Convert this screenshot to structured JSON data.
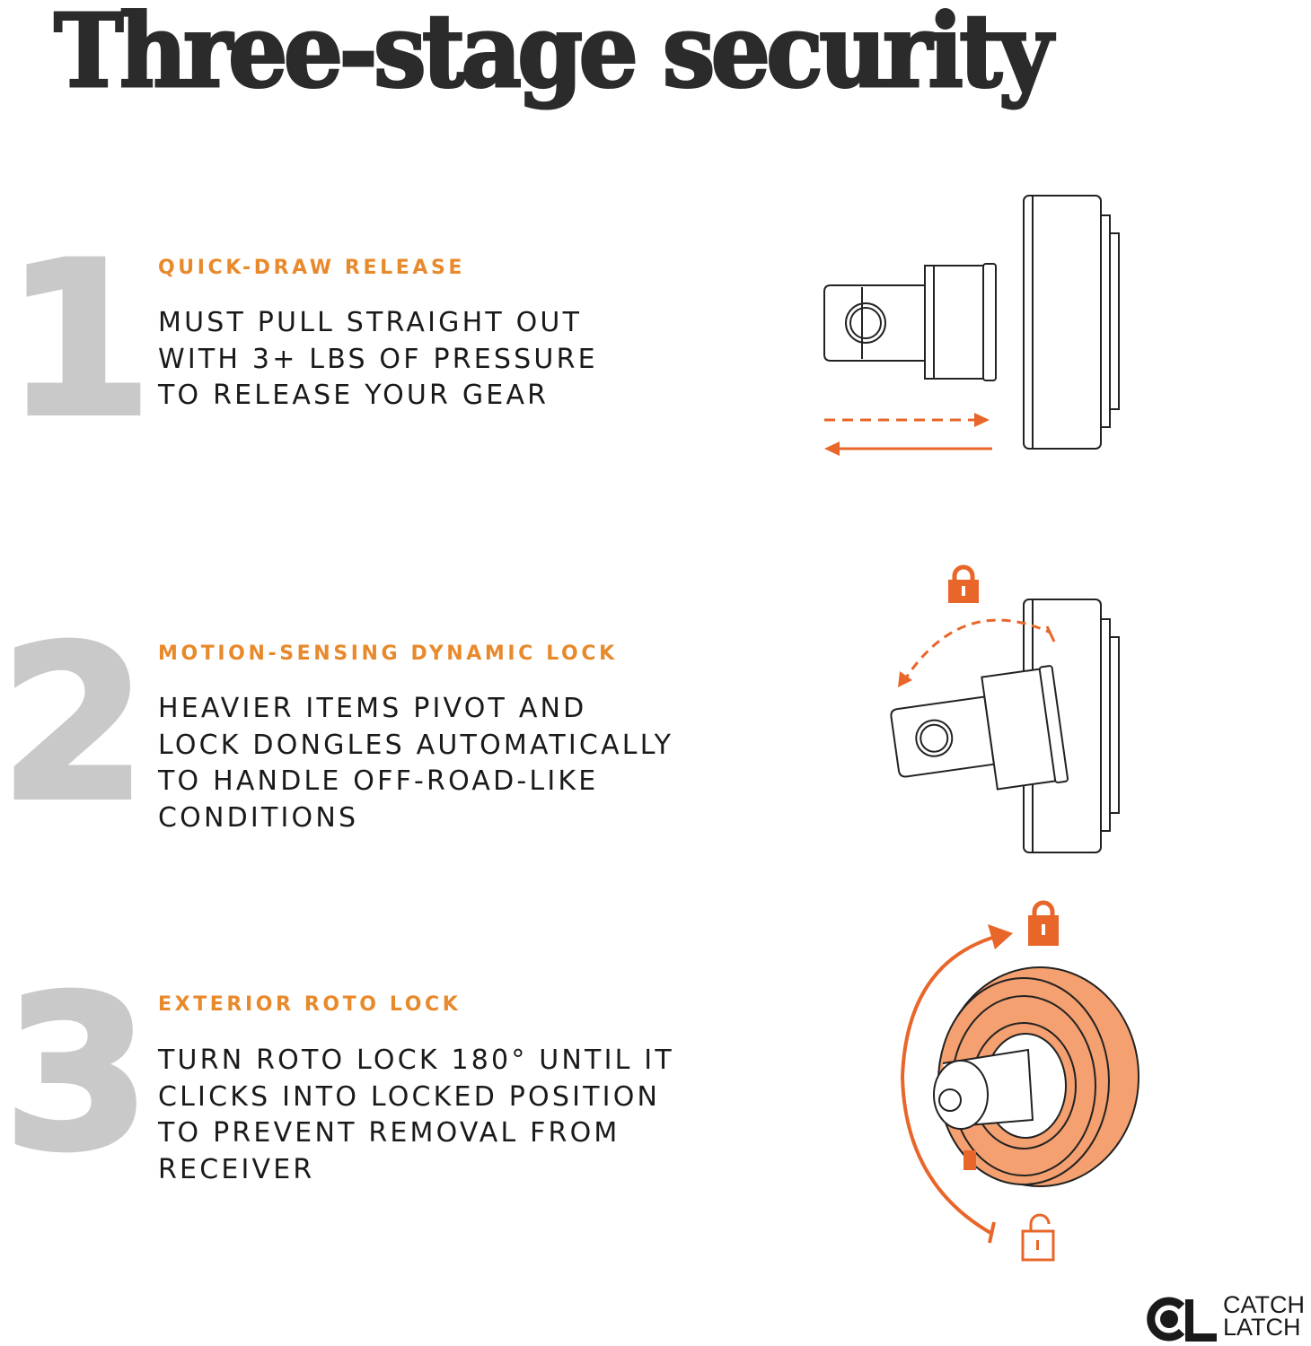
{
  "title": "Three-stage security",
  "colors": {
    "accent": "#e8892b",
    "arrow": "#e8662a",
    "numeral": "#c9c9c9",
    "lock_fill": "#f4a070"
  },
  "stages": [
    {
      "number": "1",
      "heading": "QUICK-DRAW RELEASE",
      "lines": [
        "MUST PULL STRAIGHT OUT",
        "WITH 3+ LBS OF PRESSURE",
        "TO RELEASE YOUR GEAR"
      ]
    },
    {
      "number": "2",
      "heading": "MOTION-SENSING DYNAMIC LOCK",
      "lines": [
        "HEAVIER ITEMS PIVOT AND",
        "LOCK DONGLES AUTOMATICALLY",
        "TO HANDLE OFF-ROAD-LIKE",
        "CONDITIONS"
      ]
    },
    {
      "number": "3",
      "heading": "EXTERIOR ROTO LOCK",
      "lines": [
        "TURN ROTO LOCK 180° UNTIL IT",
        "CLICKS INTO LOCKED POSITION",
        "TO PREVENT REMOVAL FROM",
        "RECEIVER"
      ]
    }
  ],
  "logo": {
    "line1": "CATCH",
    "line2": "LATCH"
  }
}
